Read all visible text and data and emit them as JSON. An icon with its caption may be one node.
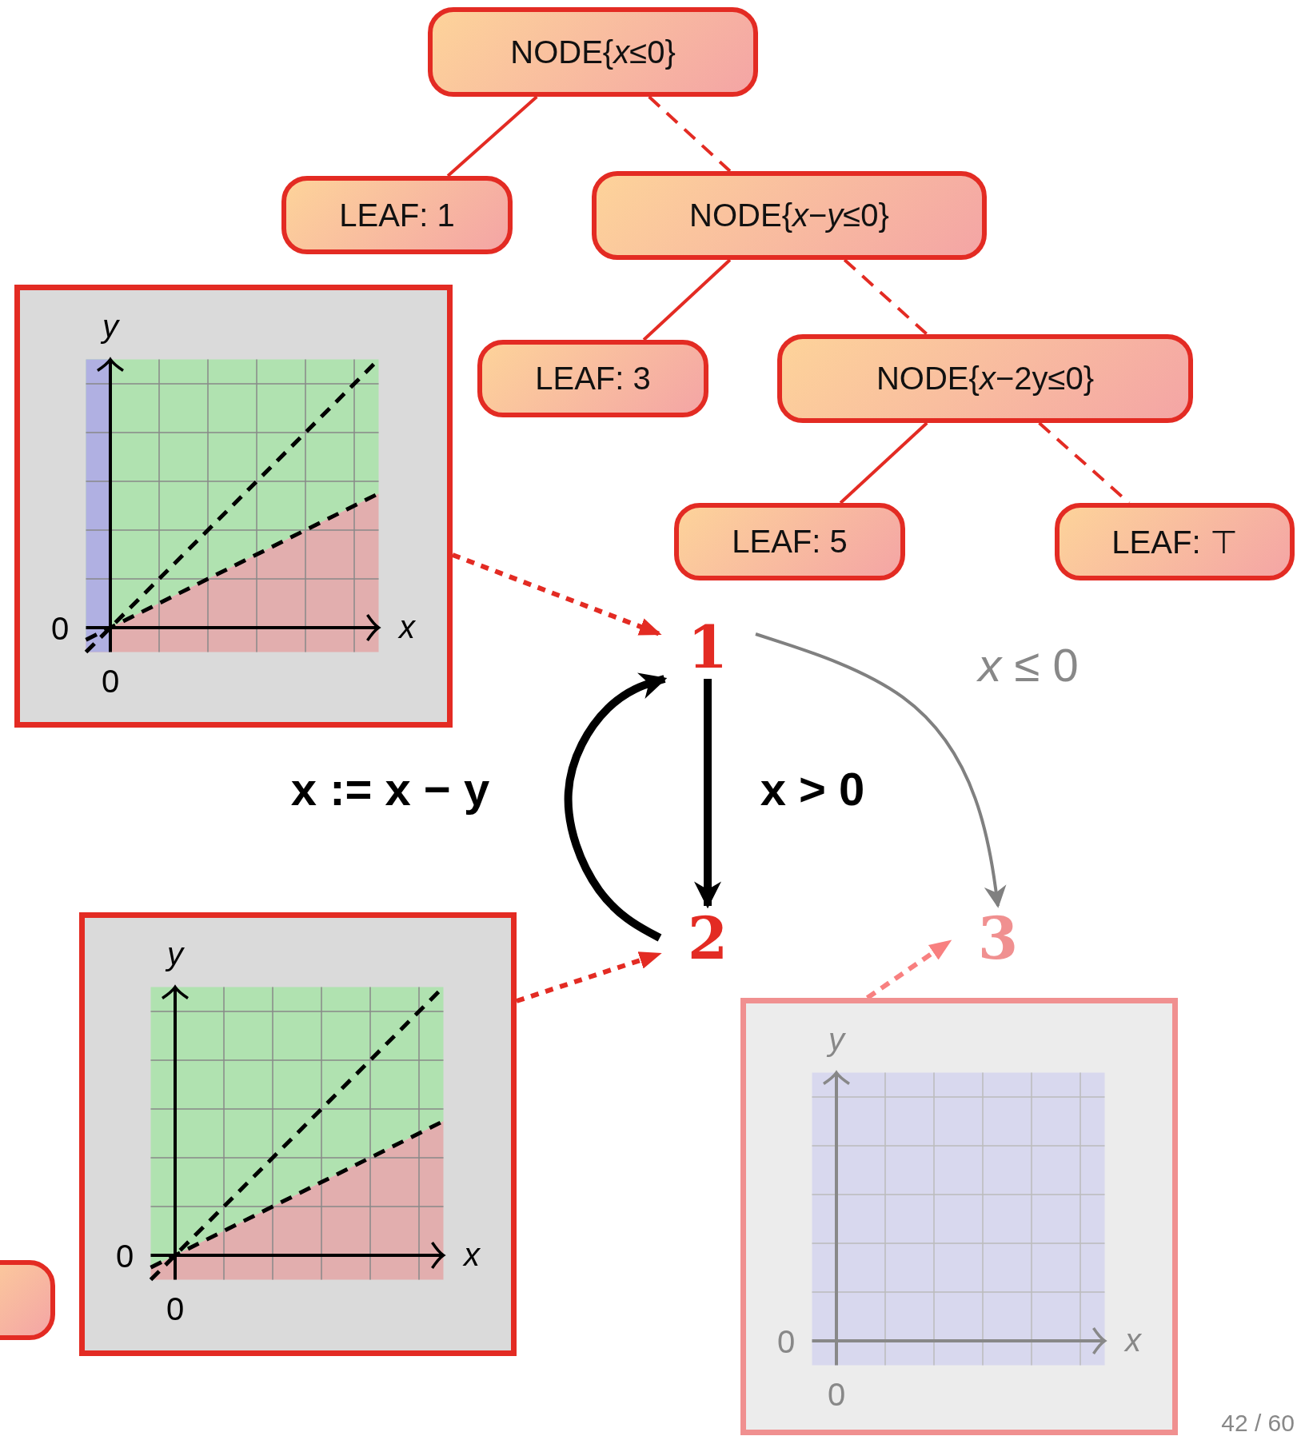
{
  "diagram": {
    "nodes": [
      {
        "text": [
          "NODE{*x*≤0}"
        ]
      },
      {
        "text": [
          "LEAF: 1"
        ]
      },
      {
        "text": [
          "NODE{*x*−*y*≤0}"
        ]
      },
      {
        "text": [
          "LEAF: 3"
        ]
      },
      {
        "text": [
          "NODE{*x*−2y≤0}"
        ]
      },
      {
        "text": [
          "LEAF: 5"
        ]
      },
      {
        "text": [
          "LEAF: ⊤"
        ]
      },
      {
        "text": [
          "y",
          "0",
          "x",
          "0"
        ]
      },
      {
        "text": [
          "1"
        ]
      },
      {
        "text": [
          "y",
          "0",
          "x",
          "0"
        ]
      },
      {
        "text": [
          "2"
        ]
      },
      {
        "text": [
          "3"
        ]
      },
      {
        "text": [
          "y",
          "0",
          "x",
          "0"
        ]
      },
      {
        "text": [],
        "shape": "box"
      }
    ],
    "edges": [
      {
        "from": 0,
        "to": 1,
        "arrow": "none"
      },
      {
        "from": 0,
        "to": 2,
        "arrow": "none",
        "style": "dashed"
      },
      {
        "from": 2,
        "to": 3,
        "arrow": "none"
      },
      {
        "from": 2,
        "to": 4,
        "arrow": "none",
        "style": "dashed"
      },
      {
        "from": 4,
        "to": 5,
        "arrow": "none"
      },
      {
        "from": 4,
        "to": 6,
        "arrow": "none",
        "style": "dashed"
      },
      {
        "from": 7,
        "to": 8,
        "arrow": "to",
        "style": "dashed"
      },
      {
        "from": 9,
        "to": 10,
        "arrow": "to",
        "style": "dashed"
      },
      {
        "from": 12,
        "to": 11,
        "arrow": "to",
        "style": "dashed",
        "color": "#f88080"
      },
      {
        "from": 10,
        "to": 8,
        "arrow": "to",
        "style": "thick",
        "color": "#000000",
        "label": "x := x − y"
      },
      {
        "from": 8,
        "to": 10,
        "arrow": "to",
        "style": "thick",
        "color": "#000000",
        "label": "x > 0"
      },
      {
        "from": 8,
        "to": 11,
        "arrow": "to",
        "color": "#808080",
        "label": "*x* ≤ 0"
      }
    ],
    "labels": [
      "42 / 60"
    ]
  }
}
